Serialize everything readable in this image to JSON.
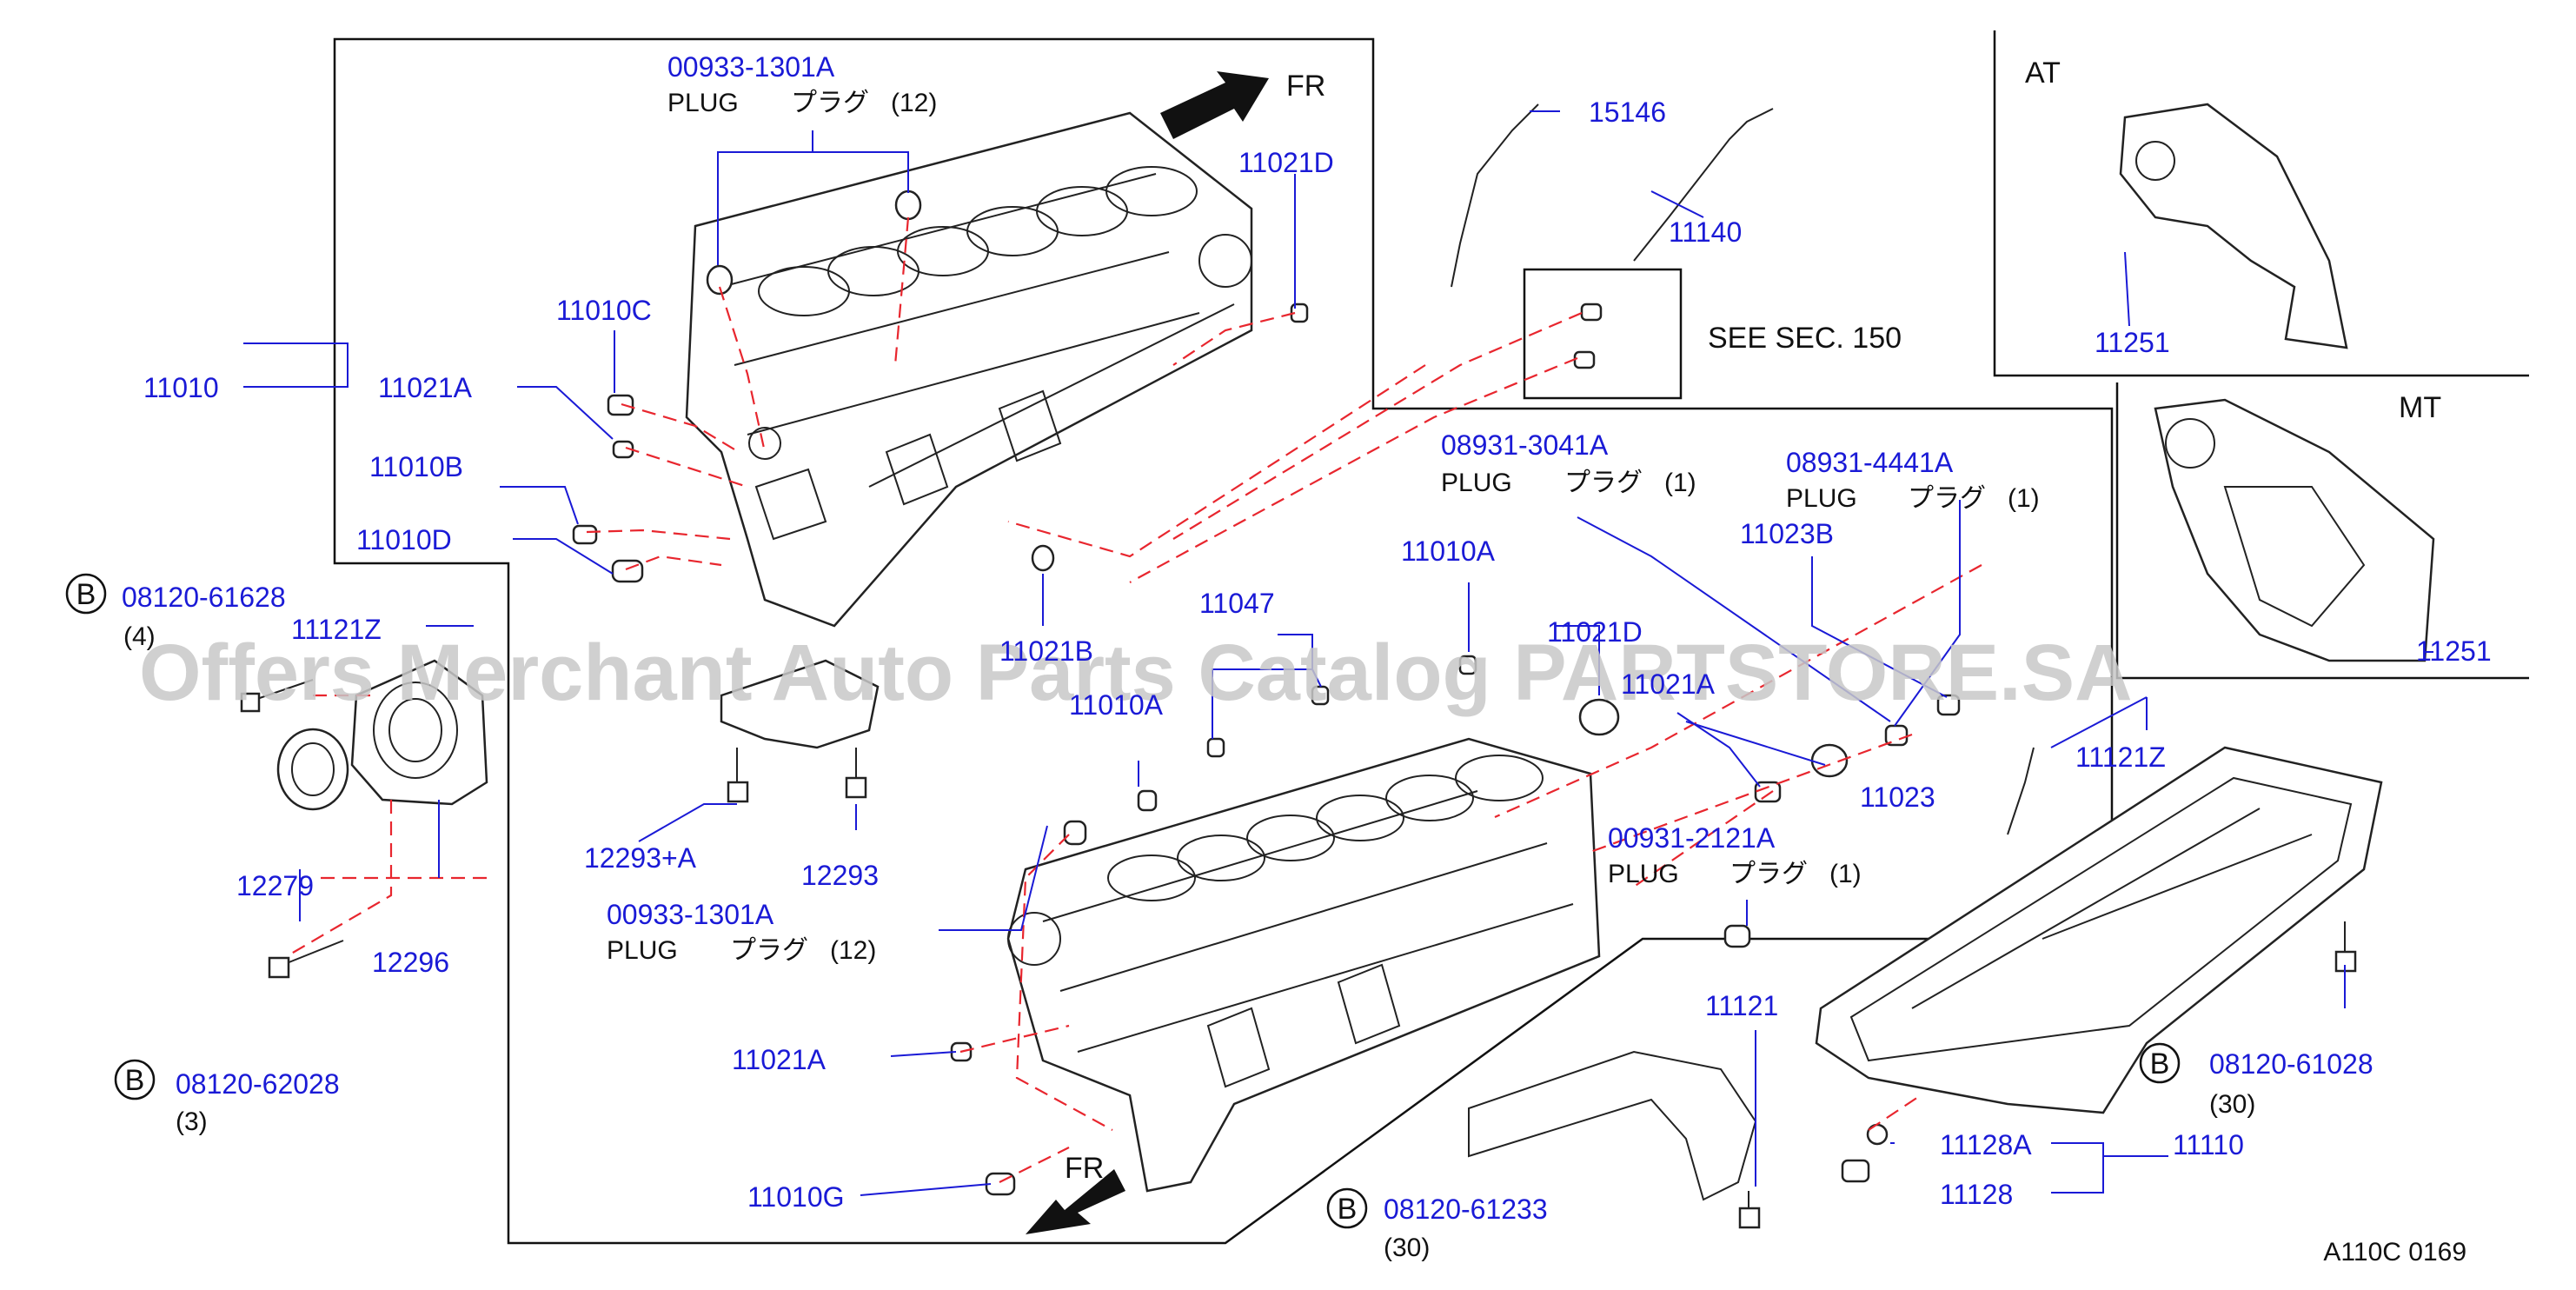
{
  "watermark": "Offers Merchant Auto Parts Catalog PARTSTORE.SA",
  "diagram_code": "A110C  0169",
  "fr_label": "FR",
  "at_label": "AT",
  "mt_label": "MT",
  "see_section": "SEE  SEC.  150",
  "plug_word": "PLUG",
  "plug_jp": "プラグ",
  "bolt_marker": "B",
  "part_numbers": {
    "p00933_top": "00933-1301A",
    "p00933_bot": "00933-1301A",
    "p15146": "15146",
    "p11140": "11140",
    "p11021D_top": "11021D",
    "p11010C": "11010C",
    "p11010": "11010",
    "p11021A_top": "11021A",
    "p11010B": "11010B",
    "p11010D": "11010D",
    "p08120_61628": "08120-61628",
    "p11121Z_left": "11121Z",
    "p12279": "12279",
    "p12296": "12296",
    "p08120_62028": "08120-62028",
    "p12293A": "12293+A",
    "p12293": "12293",
    "p11021B": "11021B",
    "p08931_3041A": "08931-3041A",
    "p08931_4441A": "08931-4441A",
    "p11023B": "11023B",
    "p11010A_top": "11010A",
    "p11047": "11047",
    "p11021D_mid": "11021D",
    "p11021A_mid": "11021A",
    "p11010A_mid": "11010A",
    "p11023": "11023",
    "p00931_2121A": "00931-2121A",
    "p11021A_bot": "11021A",
    "p11010G": "11010G",
    "p11121": "11121",
    "p08120_61233": "08120-61233",
    "p11121Z_right": "11121Z",
    "p08120_61028": "08120-61028",
    "p11128A": "11128A",
    "p11110": "11110",
    "p11128": "11128",
    "p11251_at": "11251",
    "p11251_mt": "11251"
  },
  "quantities": {
    "q_plug12_top": "(12)",
    "q_plug12_bot": "(12)",
    "q_plug1_a": "(1)",
    "q_plug1_b": "(1)",
    "q_plug1_c": "(1)",
    "q_4": "(4)",
    "q_3": "(3)",
    "q_30_a": "(30)",
    "q_30_b": "(30)"
  },
  "colors": {
    "part_number": "#1a1ad6",
    "leader": "#1a1ad6",
    "hidden_line": "#e8262e",
    "outline": "#222222"
  }
}
